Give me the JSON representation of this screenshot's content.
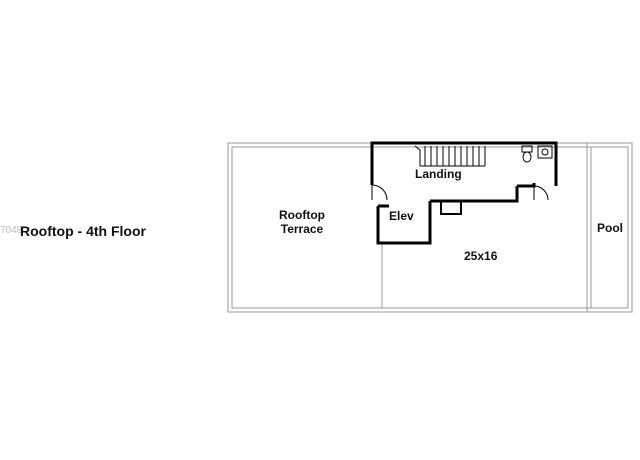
{
  "floor_title": "Rooftop - 4th Floor",
  "rooms": {
    "terrace_line1": "Rooftop",
    "terrace_line2": "Terrace",
    "landing": "Landing",
    "elevator": "Elev",
    "dimensions": "25x16",
    "pool": "Pool"
  },
  "colors": {
    "outline": "#999999",
    "wall": "#000000",
    "background": "#ffffff"
  }
}
